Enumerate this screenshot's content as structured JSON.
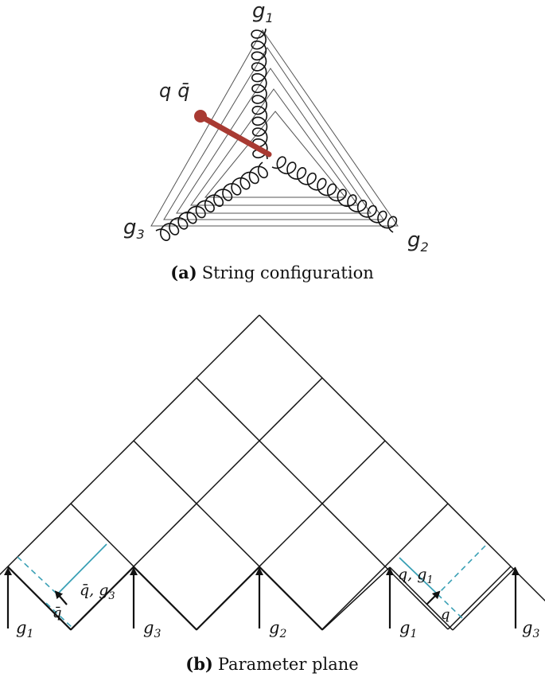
{
  "panel_a": {
    "labels": {
      "g1_base": "g",
      "g1_sub": "1",
      "g2_base": "g",
      "g2_sub": "2",
      "g3_base": "g",
      "g3_sub": "3",
      "qqbar_q": "q",
      "qqbar_qbar": "q̄"
    },
    "caption_tag": "(a)",
    "caption_text": "String configuration",
    "colors": {
      "quark_rod": "#a83a32",
      "lines": "#444444",
      "gluon": "#111111"
    }
  },
  "panel_b": {
    "bottom_labels": [
      {
        "base": "g",
        "sub": "1"
      },
      {
        "base": "g",
        "sub": "3"
      },
      {
        "base": "g",
        "sub": "2"
      },
      {
        "base": "g",
        "sub": "1"
      },
      {
        "base": "g",
        "sub": "3"
      }
    ],
    "left_inset": {
      "pair": "q̄, g",
      "pair_sub": "3",
      "arrow": "q̄"
    },
    "right_inset": {
      "pair": "q, g",
      "pair_sub": "1",
      "arrow": "q"
    },
    "caption_tag": "(b)",
    "caption_text": "Parameter plane",
    "colors": {
      "teal": "#3aa0b5",
      "grid": "#111111"
    }
  }
}
